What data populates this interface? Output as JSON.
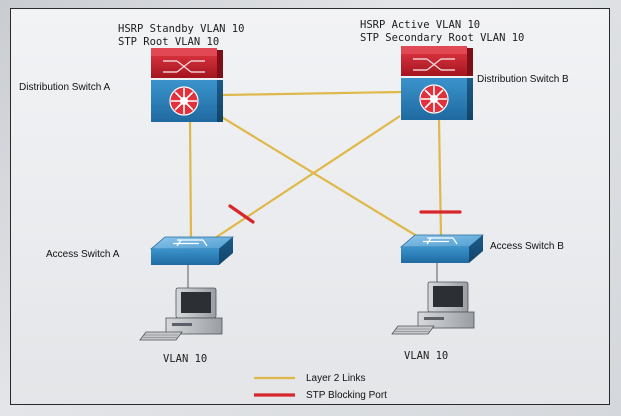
{
  "switches": {
    "dist_a": {
      "label": "Distribution Switch A",
      "annotation_line1": "HSRP Standby VLAN 10",
      "annotation_line2": "STP Root VLAN 10"
    },
    "dist_b": {
      "label": "Distribution Switch B",
      "annotation_line1": "HSRP Active VLAN 10",
      "annotation_line2": "STP Secondary Root VLAN 10"
    },
    "access_a": {
      "label": "Access Switch A"
    },
    "access_b": {
      "label": "Access Switch B"
    }
  },
  "hosts": {
    "pc_a": {
      "label": "VLAN 10"
    },
    "pc_b": {
      "label": "VLAN 10"
    }
  },
  "legend": {
    "layer2": "Layer 2 Links",
    "blocking": "STP Blocking Port"
  },
  "colors": {
    "layer2_link": "#e0b84a",
    "blocking_port": "#d8262d",
    "switch_blue": "#2f7fb6",
    "switch_red": "#c81f2e"
  }
}
